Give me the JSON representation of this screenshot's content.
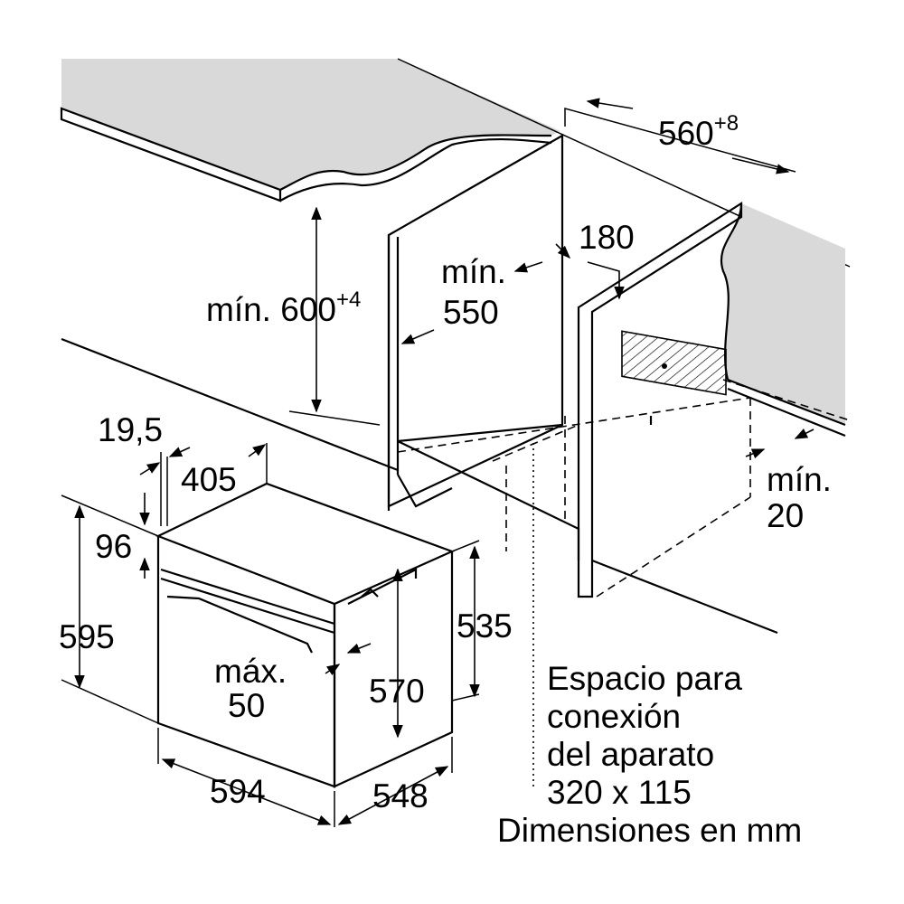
{
  "diagram": {
    "labels": {
      "width_niche": "560",
      "width_niche_tol": "+8",
      "vent_offset": "180",
      "min_depth_a": "mín.",
      "min_depth_b": "550",
      "min_height": "mín. 600",
      "min_height_tol": "+4",
      "front_thickness": "19,5",
      "depth_405": "405",
      "panel_96": "96",
      "height_595": "595",
      "height_535": "535",
      "height_570": "570",
      "max_a": "máx.",
      "max_b": "50",
      "width_594": "594",
      "depth_548": "548",
      "min20_a": "mín.",
      "min20_b": "20"
    },
    "note": {
      "line1": "Espacio para",
      "line2": "conexión",
      "line3": "del aparato",
      "line4": "320 x 115",
      "units": "Dimensiones en mm"
    },
    "colors": {
      "countertop": "#d9d9d9",
      "line": "#000000",
      "background": "#ffffff"
    }
  }
}
